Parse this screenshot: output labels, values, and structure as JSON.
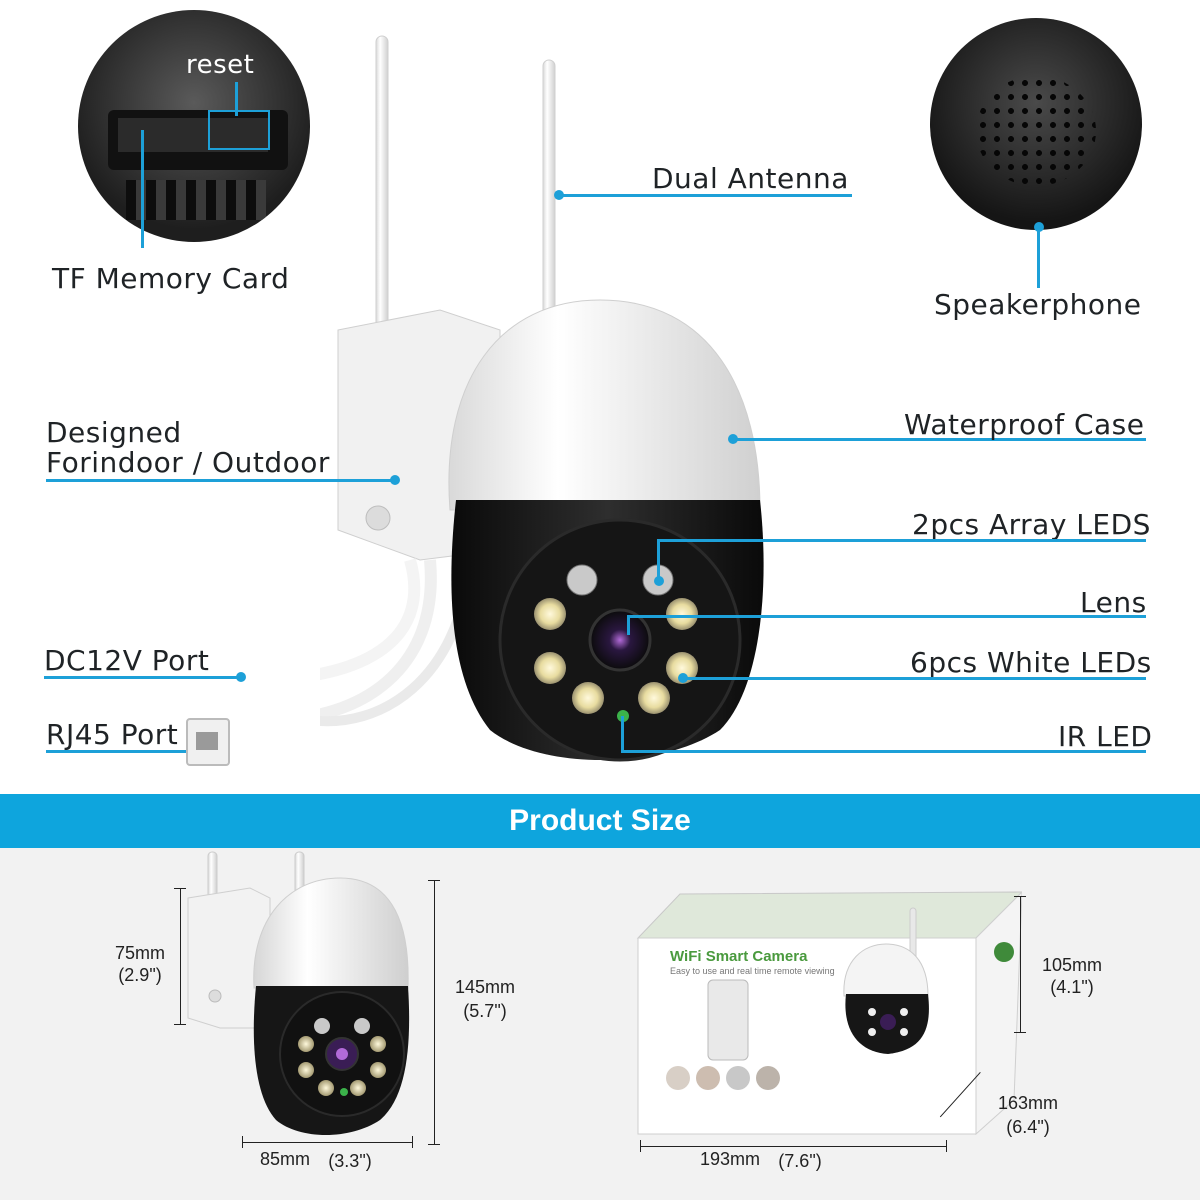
{
  "callouts": {
    "reset": "reset",
    "tf_card": "TF Memory Card",
    "antenna": "Dual Antenna",
    "speaker": "Speakerphone",
    "designed_line1": "Designed",
    "designed_line2": "Forindoor / Outdoor",
    "waterproof": "Waterproof Case",
    "array_leds": "2pcs Array LEDS",
    "lens": "Lens",
    "dc_port": "DC12V Port",
    "white_leds": "6pcs White LEDs",
    "rj45": "RJ45 Port",
    "ir_led": "IR LED"
  },
  "section": {
    "title": "Product Size"
  },
  "dimensions": {
    "camera_dome_height": "75mm",
    "camera_dome_height_in": "(2.9\")",
    "camera_total_height": "145mm",
    "camera_total_height_in": "(5.7\")",
    "camera_width": "85mm",
    "camera_width_in": "(3.3\")",
    "box_height": "105mm",
    "box_height_in": "(4.1\")",
    "box_depth": "163mm",
    "box_depth_in": "(6.4\")",
    "box_width": "193mm",
    "box_width_in": "(7.6\")"
  },
  "box": {
    "title": "WiFi Smart Camera",
    "subtitle": "Easy to use and real time remote viewing"
  },
  "colors": {
    "accent": "#1da0d8",
    "band": "#0ea5dd"
  }
}
